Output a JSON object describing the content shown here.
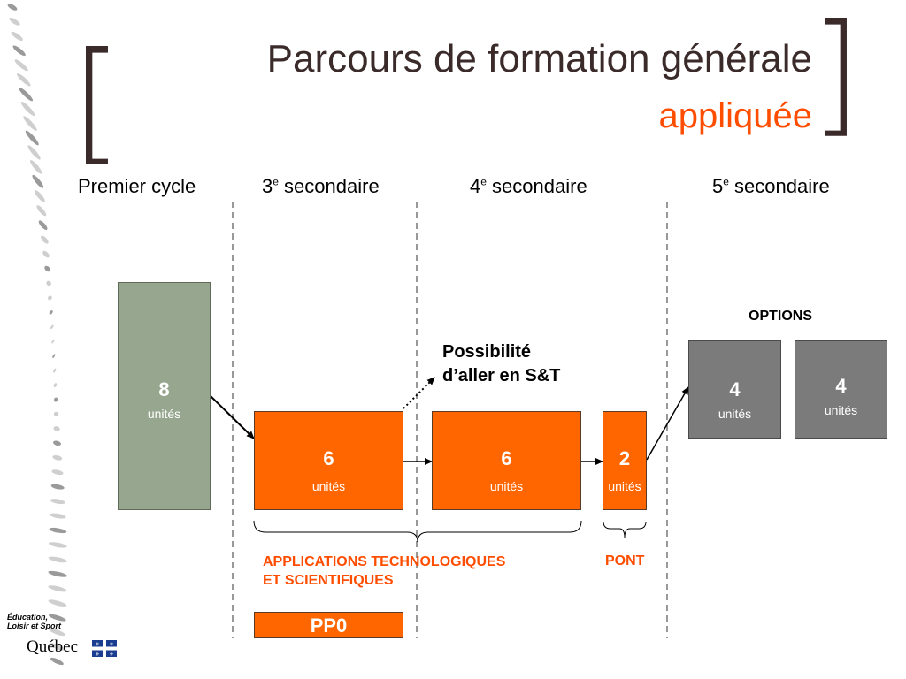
{
  "title": {
    "line1": "Parcours de formation générale",
    "line2": "appliquée"
  },
  "brackets": {
    "left": "[",
    "right": "]"
  },
  "columns": [
    {
      "label": "Premier cycle",
      "sup": ""
    },
    {
      "label": "3",
      "sup": "e",
      "rest": " secondaire"
    },
    {
      "label": "4",
      "sup": "e",
      "rest": " secondaire"
    },
    {
      "label": "5",
      "sup": "e",
      "rest": " secondaire"
    }
  ],
  "boxes": {
    "premier_cycle": {
      "num": "8",
      "unit": "unités"
    },
    "sec3": {
      "num": "6",
      "unit": "unités"
    },
    "sec4": {
      "num": "6",
      "unit": "unités"
    },
    "pont": {
      "num": "2",
      "unit": "unités"
    },
    "option1": {
      "num": "4",
      "unit": "unités"
    },
    "option2": {
      "num": "4",
      "unit": "unités"
    }
  },
  "options_label": "OPTIONS",
  "possibility": {
    "line1": "Possibilité",
    "line2": "d’aller en S&T"
  },
  "ats_label": {
    "line1": "APPLICATIONS TECHNOLOGIQUES",
    "line2": "ET SCIENTIFIQUES"
  },
  "pont_label": "PONT",
  "pp0_label": "PP0",
  "logo": {
    "line1": "Éducation,",
    "line2": "Loisir et Sport",
    "line3": "Québec"
  },
  "colors": {
    "orange": "#ff6600",
    "green": "#97a68e",
    "gray": "#7b7b7b",
    "title_accent": "#ff4d00"
  }
}
